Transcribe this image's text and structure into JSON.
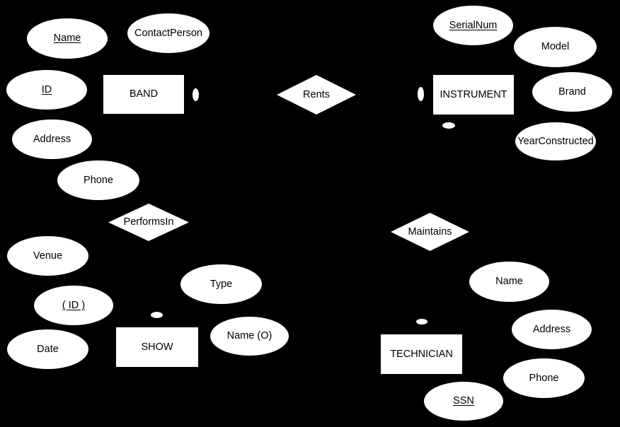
{
  "colors": {
    "background": "#000000",
    "shape_fill": "#ffffff",
    "shape_text": "#000000"
  },
  "diagram": {
    "band": {
      "entity_label": "BAND",
      "attributes": [
        {
          "label": "Name",
          "underlined": true
        },
        {
          "label": "ContactPerson",
          "underlined": false
        },
        {
          "label": "ID",
          "underlined": true
        },
        {
          "label": "Address",
          "underlined": false
        },
        {
          "label": "Phone",
          "underlined": false
        }
      ]
    },
    "instrument": {
      "entity_label": "INSTRUMENT",
      "attributes": [
        {
          "label": "SerialNum",
          "underlined": true
        },
        {
          "label": "Model",
          "underlined": false
        },
        {
          "label": "Brand",
          "underlined": false
        },
        {
          "label": "YearConstructed",
          "underlined": false
        }
      ]
    },
    "show": {
      "entity_label": "SHOW",
      "attributes": [
        {
          "label": "Venue",
          "underlined": false
        },
        {
          "label": "( ID )",
          "underlined": true
        },
        {
          "label": "Date",
          "underlined": false
        },
        {
          "label": "Type",
          "underlined": false
        },
        {
          "label": "Name (O)",
          "underlined": false
        }
      ]
    },
    "technician": {
      "entity_label": "TECHNICIAN",
      "attributes": [
        {
          "label": "Name",
          "underlined": false
        },
        {
          "label": "Address",
          "underlined": false
        },
        {
          "label": "Phone",
          "underlined": false
        },
        {
          "label": "SSN",
          "underlined": true
        }
      ]
    },
    "relationships": [
      {
        "label": "Rents"
      },
      {
        "label": "PerformsIn"
      },
      {
        "label": "Maintains"
      }
    ]
  }
}
